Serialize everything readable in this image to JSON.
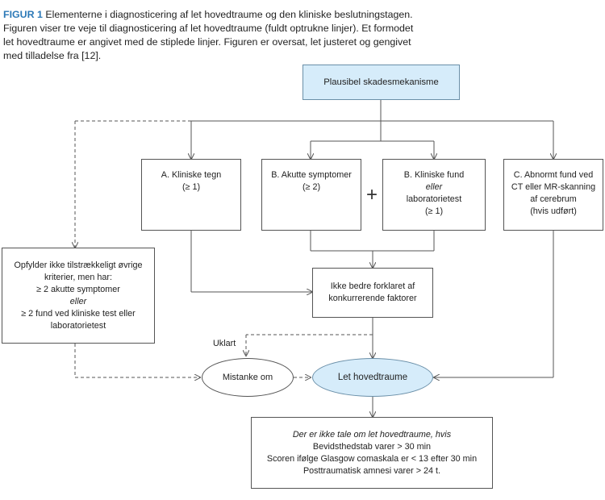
{
  "caption": {
    "label": "FIGUR 1",
    "text": " Elementerne i diagnosticering af let hovedtraume og den kliniske beslutningstagen. Figuren viser tre veje til diagnosticering af let hovedtraume (fuldt optrukne linjer). Et formodet let hovedtraume er angivet med de stiplede linjer. Figuren er oversat, let justeret og gengivet med tilladelse fra [12]."
  },
  "nodes": {
    "mechanism": "Plausibel skadesmekanisme",
    "a_line1": "A. Kliniske tegn",
    "a_line2": "(≥ 1)",
    "b1_line1": "B. Akutte symptomer",
    "b1_line2": "(≥ 2)",
    "plus": "+",
    "b2_line1": "B. Kliniske fund",
    "b2_line2": "eller",
    "b2_line3": "laboratorietest",
    "b2_line4": "(≥ 1)",
    "c_line1": "C. Abnormt fund ved",
    "c_line2": "CT eller MR-skanning",
    "c_line3": "af cerebrum",
    "c_line4": "(hvis udført)",
    "left_line1": "Opfylder ikke tilstrækkeligt øvrige",
    "left_line2": "kriterier, men har:",
    "left_line3": "≥ 2 akutte symptomer",
    "left_line4": "eller",
    "left_line5": "≥ 2 fund ved kliniske test eller",
    "left_line6": "laboratorietest",
    "confound_line1": "Ikke bedre forklaret af",
    "confound_line2": "konkurrerende faktorer",
    "unclear": "Uklart",
    "suspicion": "Mistanke om",
    "diagnosis": "Let hovedtraume",
    "not_line1": "Der er ikke tale om let hovedtraume, hvis",
    "not_line2": "Bevidsthedstab varer > 30 min",
    "not_line3": "Scoren ifølge Glasgow comaskala er < 13 efter 30 min",
    "not_line4": "Posttraumatisk amnesi varer > 24 t."
  },
  "colors": {
    "accent": "#2c79b7",
    "node_fill_blue": "#d6ecfa",
    "line": "#555555"
  }
}
